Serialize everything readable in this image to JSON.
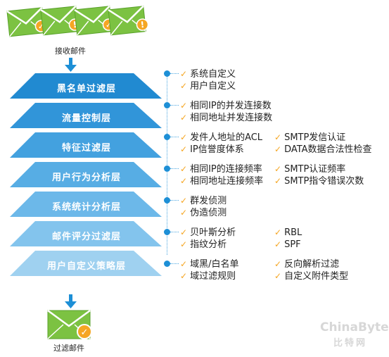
{
  "incoming_caption": "接收邮件",
  "outgoing_caption": "过滤邮件",
  "layers": [
    {
      "label": "黑名单过滤层",
      "color": "#1a86d0"
    },
    {
      "label": "流量控制层",
      "color": "#2a92d8"
    },
    {
      "label": "特征过滤层",
      "color": "#3d9ede"
    },
    {
      "label": "用户行为分析层",
      "color": "#52aae3"
    },
    {
      "label": "系统统计分析层",
      "color": "#67b6e8"
    },
    {
      "label": "邮件评分过滤层",
      "color": "#7fc2ec"
    },
    {
      "label": "用户自定义策略层",
      "color": "#9ccff0"
    }
  ],
  "features": [
    {
      "left": [
        "系统自定义",
        "用户自定义"
      ],
      "right": []
    },
    {
      "left": [
        "相同IP的并发连接数",
        "相同地址并发连接数"
      ],
      "right": []
    },
    {
      "left": [
        "发件人地址的ACL",
        "IP信誉度体系"
      ],
      "right": [
        "SMTP发信认证",
        "DATA数据合法性检查"
      ]
    },
    {
      "left": [
        "相同IP的连接频率",
        "相同地址连接频率"
      ],
      "right": [
        "SMTP认证频率",
        "SMTP指令错误次数"
      ]
    },
    {
      "left": [
        "群发侦测",
        "伪造侦测"
      ],
      "right": []
    },
    {
      "left": [
        "贝叶斯分析",
        "指纹分析"
      ],
      "right": [
        "RBL",
        "SPF"
      ]
    },
    {
      "left": [
        "域黑/白名单",
        "域过滤规则"
      ],
      "right": [
        "反向解析过滤",
        "自定义附件类型"
      ]
    }
  ],
  "watermark": {
    "line1": "ChinaByte",
    "line2": "比特网"
  },
  "colors": {
    "envelope_green": "#7cc242",
    "badge_orange": "#f5a623",
    "arrow_blue": "#1d8fd6",
    "check_orange": "#f5a623"
  }
}
